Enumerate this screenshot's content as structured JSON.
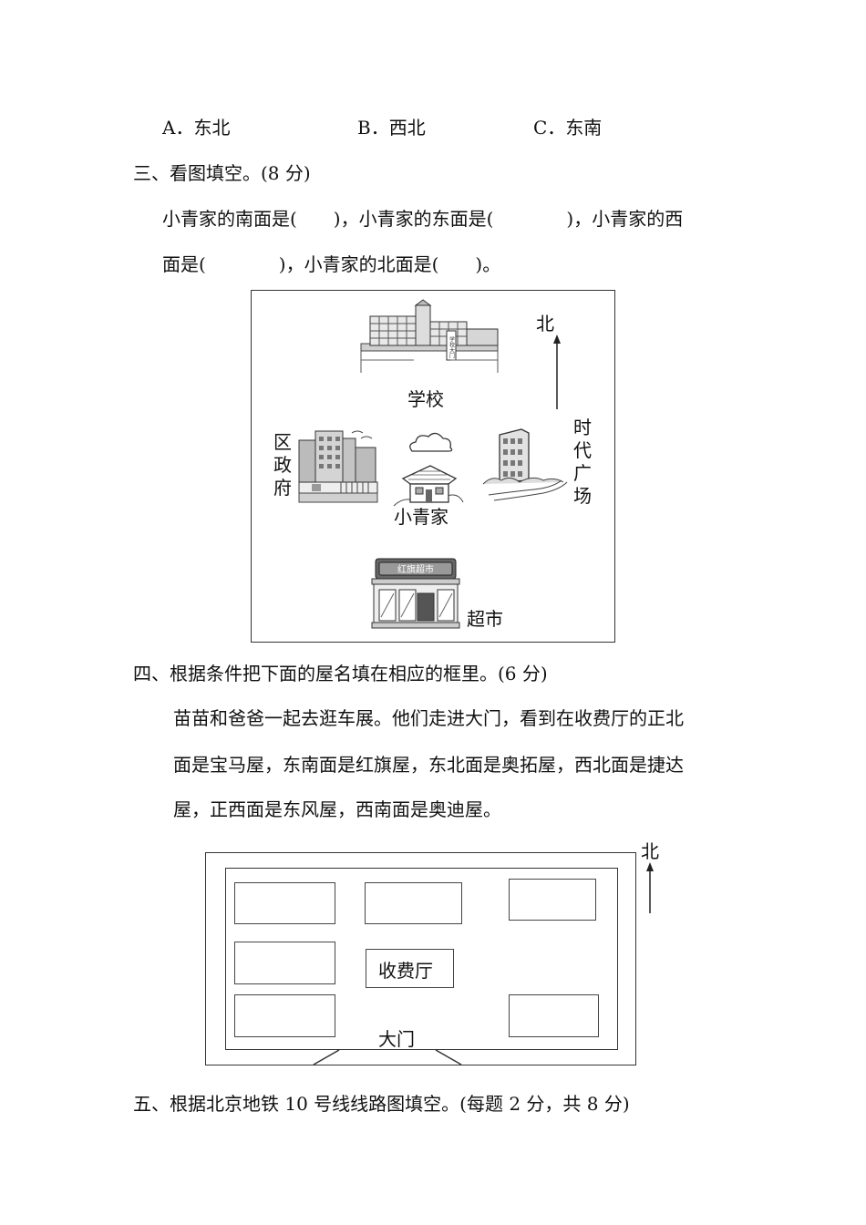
{
  "options": [
    {
      "letter": "A．",
      "text": "东北"
    },
    {
      "letter": "B．",
      "text": "西北"
    },
    {
      "letter": "C．",
      "text": "东南"
    }
  ],
  "section3": {
    "title": "三、看图填空。(8 分)",
    "line1": "小青家的南面是(　　)，小青家的东面是(　　　　)，小青家的西",
    "line2": "面是(　　　　)，小青家的北面是(　　)。"
  },
  "map1": {
    "north": "北",
    "school": "学校",
    "school_sign": "学校大门",
    "district": "区政府",
    "home": "小青家",
    "square": "时代广场",
    "market": "超市",
    "market_sign": "红旗超市"
  },
  "section4": {
    "title": "四、根据条件把下面的屋名填在相应的框里。(6 分)",
    "line1": "苗苗和爸爸一起去逛车展。他们走进大门，看到在收费厅的正北",
    "line2": "面是宝马屋，东南面是红旗屋，东北面是奥拓屋，西北面是捷达",
    "line3": "屋，正西面是东风屋，西南面是奥迪屋。"
  },
  "map2": {
    "north": "北",
    "center": "收费厅",
    "gate": "大门"
  },
  "section5": {
    "title": "五、根据北京地铁 10 号线线路图填空。(每题 2 分，共 8 分)"
  }
}
